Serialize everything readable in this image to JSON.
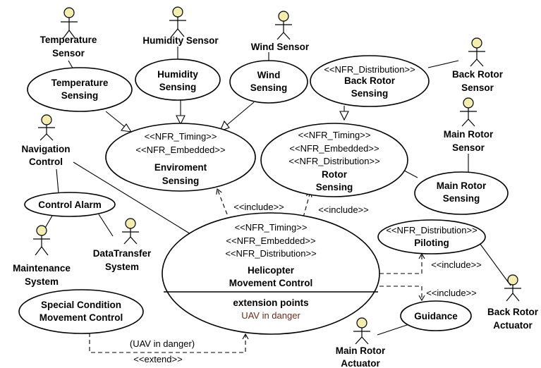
{
  "actors": {
    "temperature_sensor": [
      "Temperature",
      "Sensor"
    ],
    "humidity_sensor": "Humidity Sensor",
    "wind_sensor": "Wind Sensor",
    "back_rotor_sensor": [
      "Back Rotor",
      "Sensor"
    ],
    "main_rotor_sensor": [
      "Main Rotor",
      "Sensor"
    ],
    "navigation_control": [
      "Navigation",
      "Control"
    ],
    "maintenance_system": [
      "Maintenance",
      "System"
    ],
    "datatransfer_system": [
      "DataTransfer",
      "System"
    ],
    "back_rotor_actuator": [
      "Back Rotor",
      "Actuator"
    ],
    "main_rotor_actuator": [
      "Main Rotor",
      "Actuator"
    ]
  },
  "use_cases": {
    "temperature_sensing": [
      "Temperature",
      "Sensing"
    ],
    "humidity_sensing": [
      "Humidity",
      "Sensing"
    ],
    "wind_sensing": [
      "Wind",
      "Sensing"
    ],
    "back_rotor_sensing": {
      "stereotype": "<<NFR_Distribution>>",
      "name": [
        "Back Rotor",
        "Sensing"
      ]
    },
    "enviroment_sensing": {
      "stereotypes": [
        "<<NFR_Timing>>",
        "<<NFR_Embedded>>"
      ],
      "name": [
        "Enviroment",
        "Sensing"
      ]
    },
    "rotor_sensing": {
      "stereotypes": [
        "<<NFR_Timing>>",
        "<<NFR_Embedded>>",
        "<<NFR_Distribution>>"
      ],
      "name": [
        "Rotor",
        "Sensing"
      ]
    },
    "main_rotor_sensing": [
      "Main Rotor",
      "Sensing"
    ],
    "control_alarm": "Control Alarm",
    "helicopter_movement_control": {
      "stereotypes": [
        "<<NFR_Timing>>",
        "<<NFR_Embedded>>",
        "<<NFR_Distribution>>"
      ],
      "name": [
        "Helicopter",
        "Movement Control"
      ],
      "extension_points_title": "extension points",
      "extension_point": "UAV in danger"
    },
    "piloting": {
      "stereotype": "<<NFR_Distribution>>",
      "name": "Piloting"
    },
    "guidance": "Guidance",
    "special_condition": [
      "Special Condition",
      "Movement Control"
    ]
  },
  "relations": {
    "include_enviroment": "<<include>>",
    "include_rotor": "<<include>>",
    "include_piloting": "<<include>>",
    "include_guidance": "<<include>>",
    "extend_condition": "(UAV in danger)",
    "extend_label": "<<extend>>"
  },
  "colors": {
    "actor_head": "#f3eeb0",
    "extension_point_text": "#6b2a1a"
  }
}
